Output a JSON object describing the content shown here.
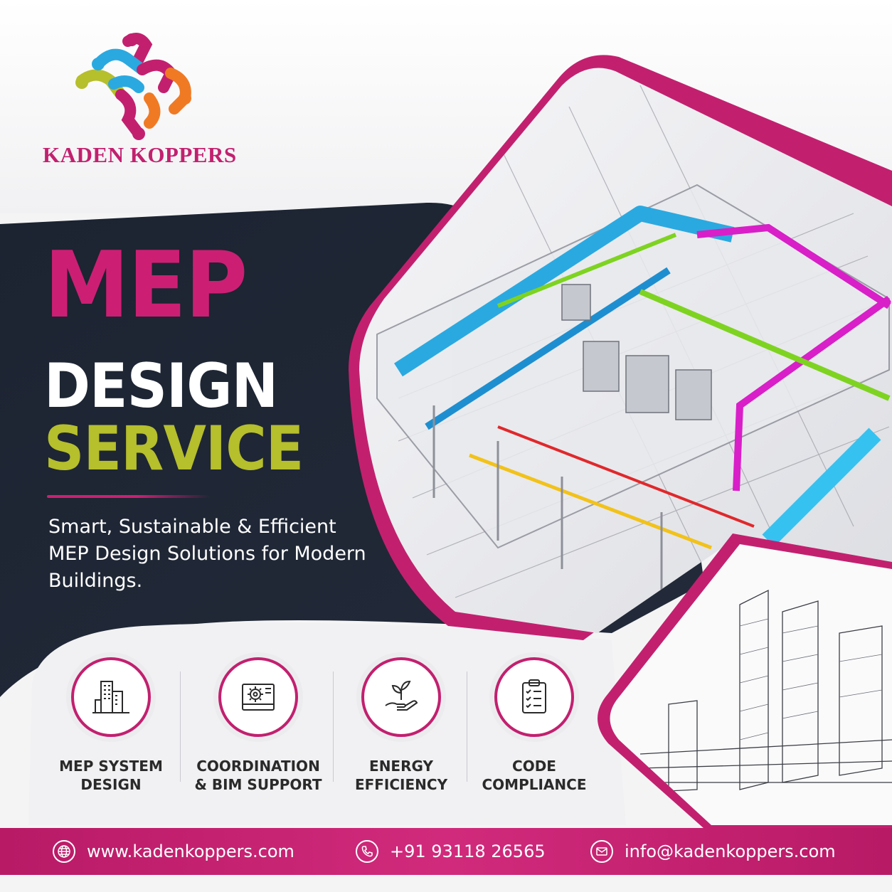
{
  "brand": {
    "name": "KADEN KOPPERS"
  },
  "headline": {
    "line1": "MEP",
    "line2": "DESIGN",
    "line3": "SERVICE"
  },
  "tagline": "Smart, Sustainable & Efficient MEP Design Solutions for Modern Buildings.",
  "features": [
    {
      "line1": "MEP SYSTEM",
      "line2": "DESIGN",
      "icon": "buildings-icon"
    },
    {
      "line1": "COORDINATION",
      "line2": "& BIM SUPPORT",
      "icon": "gear-blueprint-icon"
    },
    {
      "line1": "ENERGY",
      "line2": "EFFICIENCY",
      "icon": "plant-hand-icon"
    },
    {
      "line1": "CODE",
      "line2": "COMPLIANCE",
      "icon": "checklist-icon"
    }
  ],
  "footer": {
    "website": "www.kadenkoppers.com",
    "phone": "+91 93118 26565",
    "email": "info@kadenkoppers.com"
  },
  "colors": {
    "brand_pink": "#c2206f",
    "olive": "#b6bf2c",
    "navy": "#1f2633",
    "cyan": "#2aa9e0",
    "orange": "#f07a24"
  }
}
